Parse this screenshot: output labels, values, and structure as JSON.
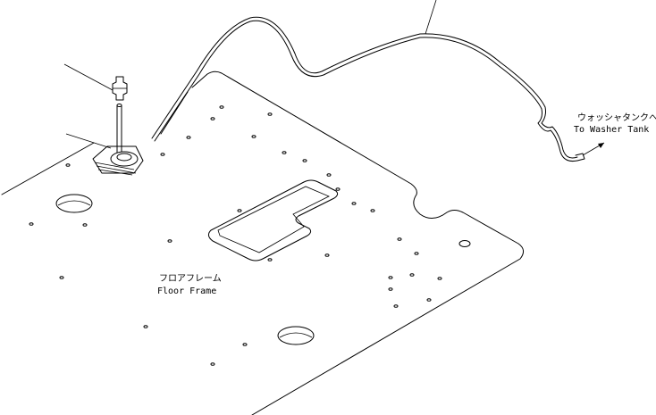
{
  "labels": {
    "washer_tank_jp": "ウォッシャタンクへ",
    "washer_tank_en": "To Washer Tank",
    "floor_frame_jp": "フロアフレーム",
    "floor_frame_en": "Floor Frame"
  }
}
